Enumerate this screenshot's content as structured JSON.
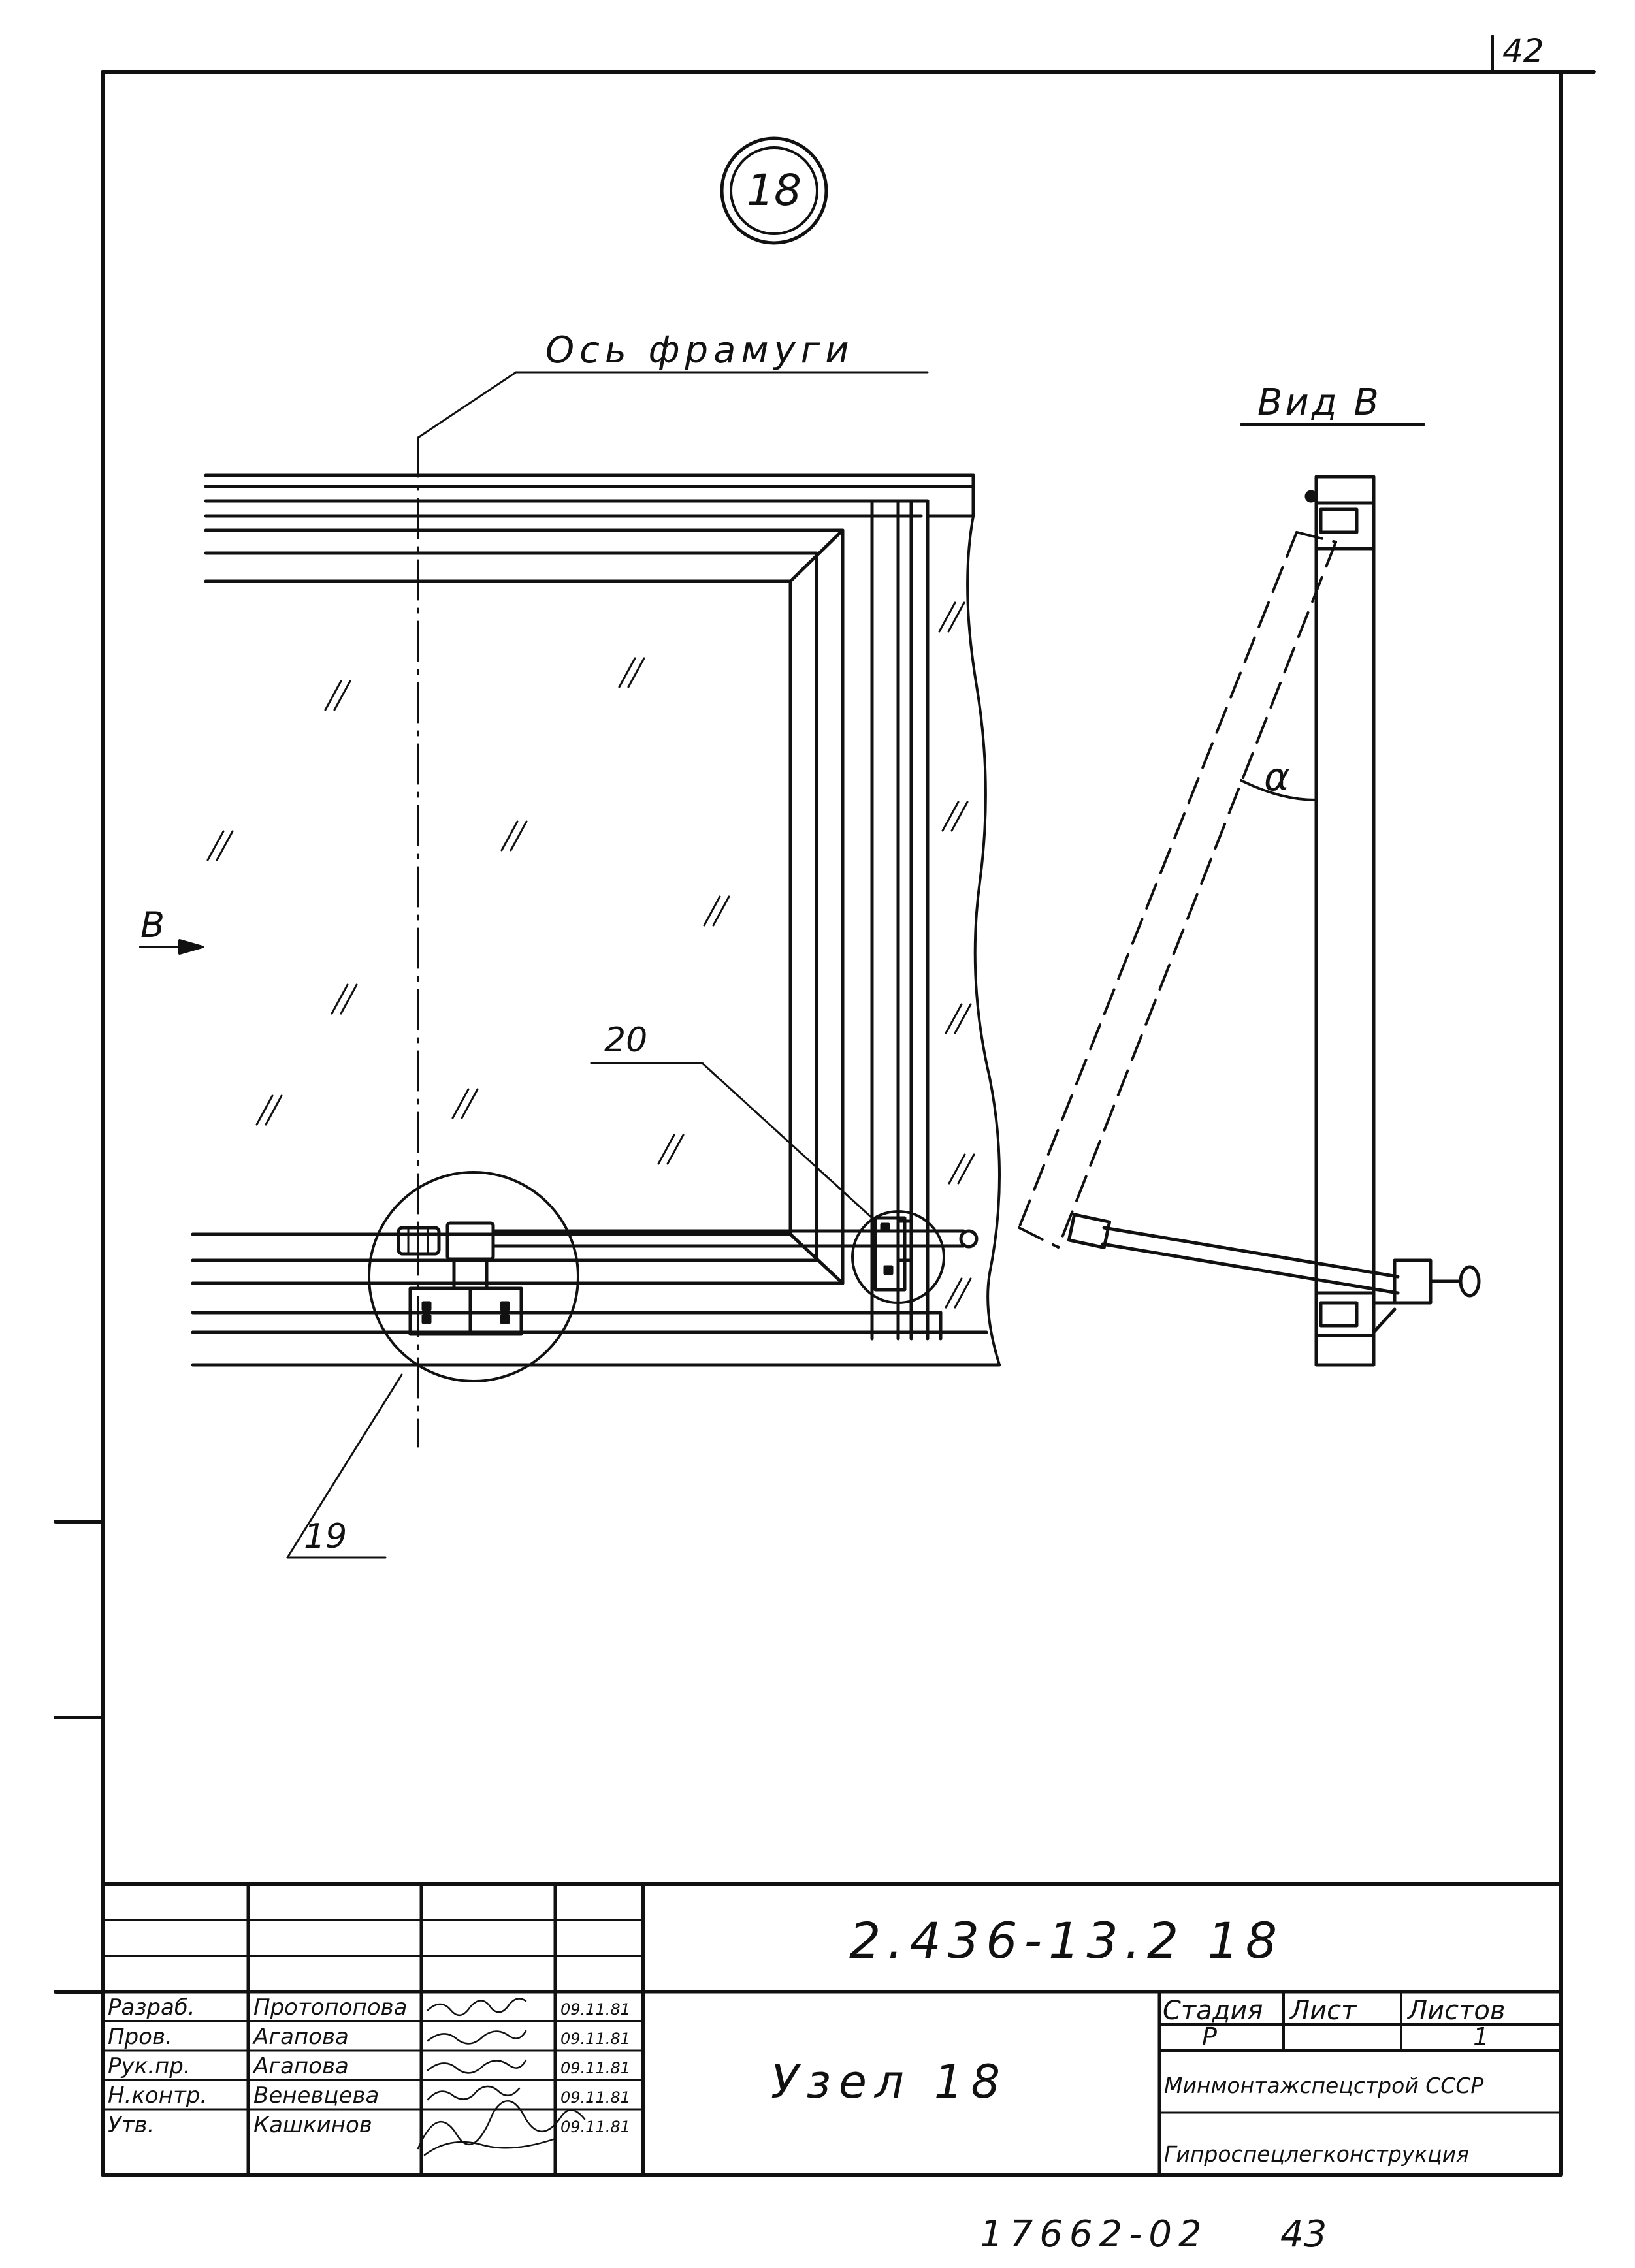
{
  "sheet_number": "42",
  "node_number": "18",
  "labels": {
    "axis_label": "Ось фрамуги",
    "view_label": "Вид В",
    "view_arrow": "В",
    "angle_symbol": "α",
    "callout_20": "20",
    "callout_19": "19"
  },
  "title_block": {
    "doc_code": "2.436-13.2 18",
    "title": "Узел 18",
    "stage_header": "Стадия",
    "sheet_header": "Лист",
    "sheets_header": "Листов",
    "stage_value": "Р",
    "sheet_value": "",
    "sheets_value": "1",
    "org1": "Минмонтажспецстрой СССР",
    "org2": "Гипроспецлегконструкция",
    "rows": [
      {
        "role": "Разраб.",
        "name": "Протопопова",
        "date": "09.11.81"
      },
      {
        "role": "Пров.",
        "name": "Агапова",
        "date": "09.11.81"
      },
      {
        "role": "Рук.пр.",
        "name": "Агапова",
        "date": "09.11.81"
      },
      {
        "role": "Н.контр.",
        "name": "Веневцева",
        "date": "09.11.81"
      },
      {
        "role": "Утв.",
        "name": "Кашкинов",
        "date": "09.11.81"
      }
    ]
  },
  "footer_code": "17662-02",
  "footer_page": "43",
  "colors": {
    "ink": "#111111",
    "paper": "#ffffff"
  }
}
